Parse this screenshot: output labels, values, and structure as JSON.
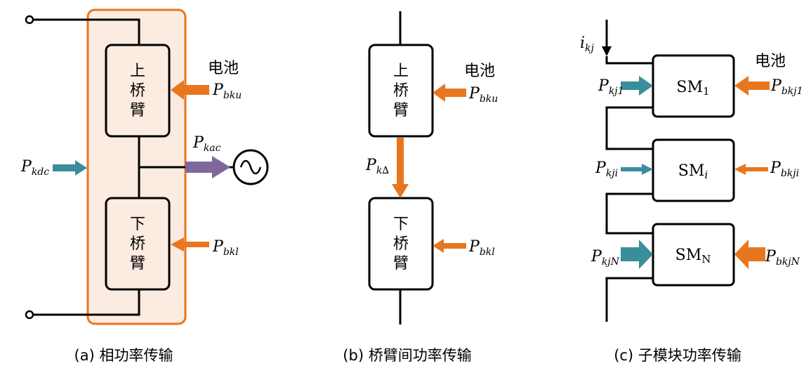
{
  "colors": {
    "line": "#000000",
    "orange": "#E8761E",
    "teal": "#3A8E9C",
    "purple": "#7F679E",
    "phase_fill": "#FCEBE1",
    "box_fill": "#FFFFFF"
  },
  "panel_a": {
    "upper_arm": [
      "上",
      "桥",
      "臂"
    ],
    "lower_arm": [
      "下",
      "桥",
      "臂"
    ],
    "battery_label": "电池",
    "p_bku": {
      "main": "P",
      "sub": "bku"
    },
    "p_bkl": {
      "main": "P",
      "sub": "bkl"
    },
    "p_kac": {
      "main": "P",
      "sub": "kac"
    },
    "p_kdc": {
      "main": "P",
      "sub": "kdc"
    },
    "ac_source_icon": "ac-source-icon",
    "caption": "(a) 相功率传输"
  },
  "panel_b": {
    "upper_arm": [
      "上",
      "桥",
      "臂"
    ],
    "lower_arm": [
      "下",
      "桥",
      "臂"
    ],
    "battery_label": "电池",
    "p_bku": {
      "main": "P",
      "sub": "bku"
    },
    "p_bkl": {
      "main": "P",
      "sub": "bkl"
    },
    "p_kdelta": {
      "main": "P",
      "sub": "k∆"
    },
    "caption": "(b) 桥臂间功率传输"
  },
  "panel_c": {
    "current": {
      "main": "i",
      "sub": "kj"
    },
    "battery_label": "电池",
    "sm1": {
      "main": "SM",
      "sub": "1"
    },
    "smi": {
      "main": "SM",
      "sub": "i"
    },
    "smn": {
      "main": "SM",
      "sub": "N"
    },
    "p_kj1": {
      "main": "P",
      "sub": "kj1"
    },
    "p_kji": {
      "main": "P",
      "sub": "kji"
    },
    "p_kjn": {
      "main": "P",
      "sub": "kjN"
    },
    "p_bkj1": {
      "main": "P",
      "sub": "bkj1"
    },
    "p_bkji": {
      "main": "P",
      "sub": "bkji"
    },
    "p_bkjn": {
      "main": "P",
      "sub": "bkjN"
    },
    "caption": "(c) 子模块功率传输"
  }
}
